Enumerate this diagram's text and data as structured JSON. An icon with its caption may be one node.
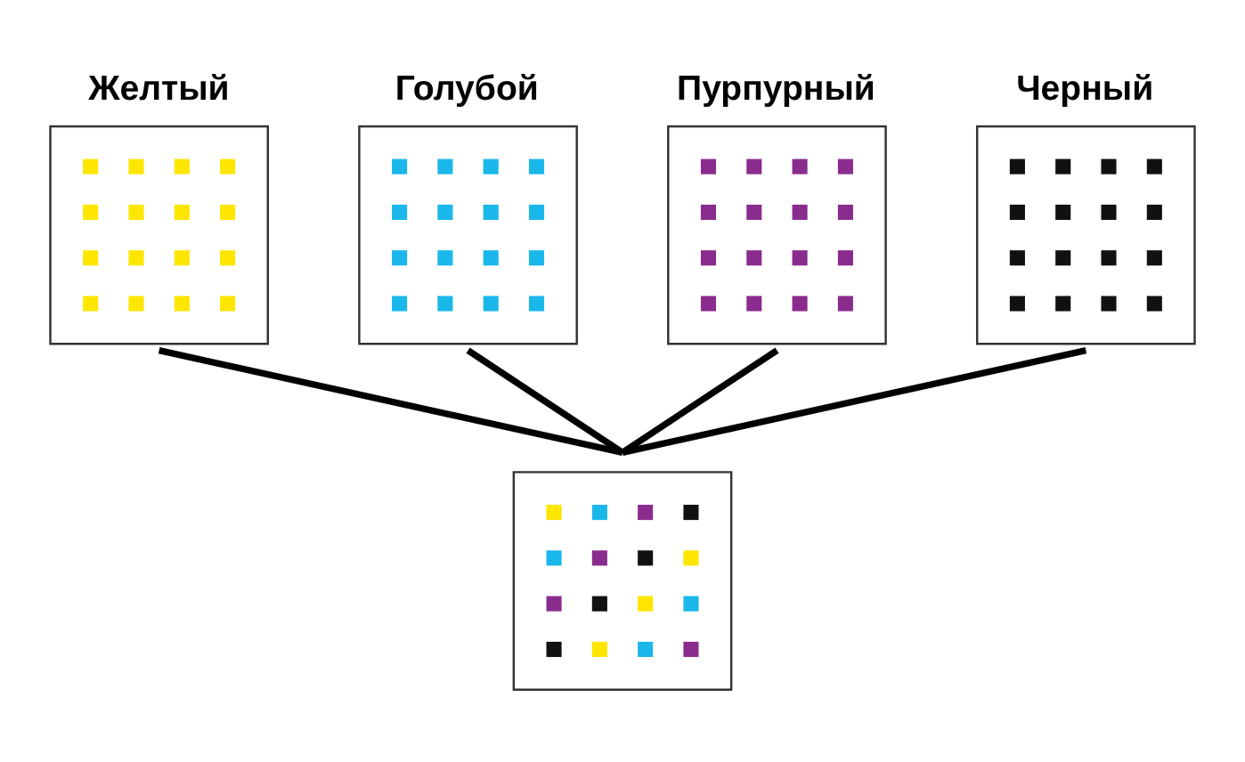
{
  "diagram": {
    "nodes": [
      {
        "text": [
          "Желтый"
        ]
      },
      {
        "text": [
          "Голубой"
        ]
      },
      {
        "text": [
          "Пурпурный"
        ]
      },
      {
        "text": [
          "Черный"
        ]
      },
      {
        "text": [],
        "shape": "picture"
      }
    ],
    "edges": [
      {
        "from": 0,
        "to": 4,
        "arrow": "none"
      },
      {
        "from": 1,
        "to": 4,
        "arrow": "none"
      },
      {
        "from": 2,
        "to": 4,
        "arrow": "none"
      },
      {
        "from": 3,
        "to": 4,
        "arrow": "none"
      }
    ]
  }
}
